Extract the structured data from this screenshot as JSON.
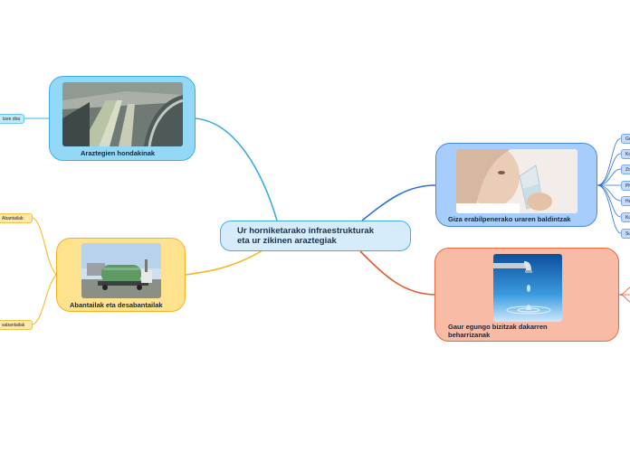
{
  "central": {
    "line1": "Ur horniketarako infraestrukturak",
    "line2": "eta ur zikinen araztegiak"
  },
  "araztegien": {
    "label": "Araztegien hondakinak",
    "child": "tzen dira"
  },
  "abantailak": {
    "label": "Abantailak eta desabantailak",
    "child_top": "Abantailak:",
    "child_bottom": "sabantailak"
  },
  "giza": {
    "label": "Giza erabilpenerako uraren baldintzak",
    "children": [
      "Gu",
      "Ko",
      "Zo",
      "Ph",
      "Ha",
      "Ku",
      "Su"
    ]
  },
  "gaur": {
    "line1": "Gaur egungo bizitzak dakarren",
    "line2": "beharrizanak"
  },
  "colors": {
    "blue_branch": "#3aaee4",
    "yellow_branch": "#f5b51b",
    "darkblue_branch": "#2e6fd8",
    "orange_branch": "#e8572e"
  }
}
